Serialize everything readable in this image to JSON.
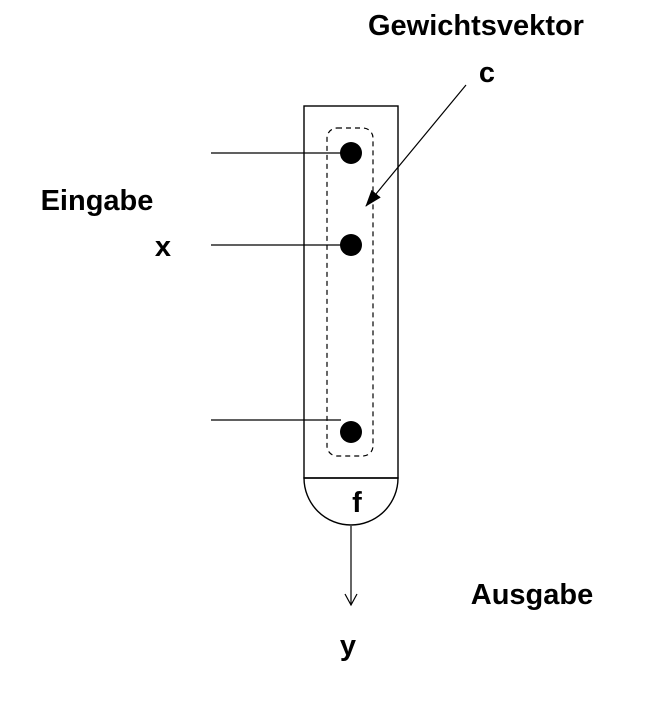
{
  "labels": {
    "weight_vector_title": "Gewichtsvektor",
    "weight_vector_symbol": "c",
    "input_title": "Eingabe",
    "input_symbol": "x",
    "activation_symbol": "f",
    "output_title": "Ausgabe",
    "output_symbol": "y"
  },
  "colors": {
    "stroke": "#000000",
    "background": "#ffffff"
  }
}
